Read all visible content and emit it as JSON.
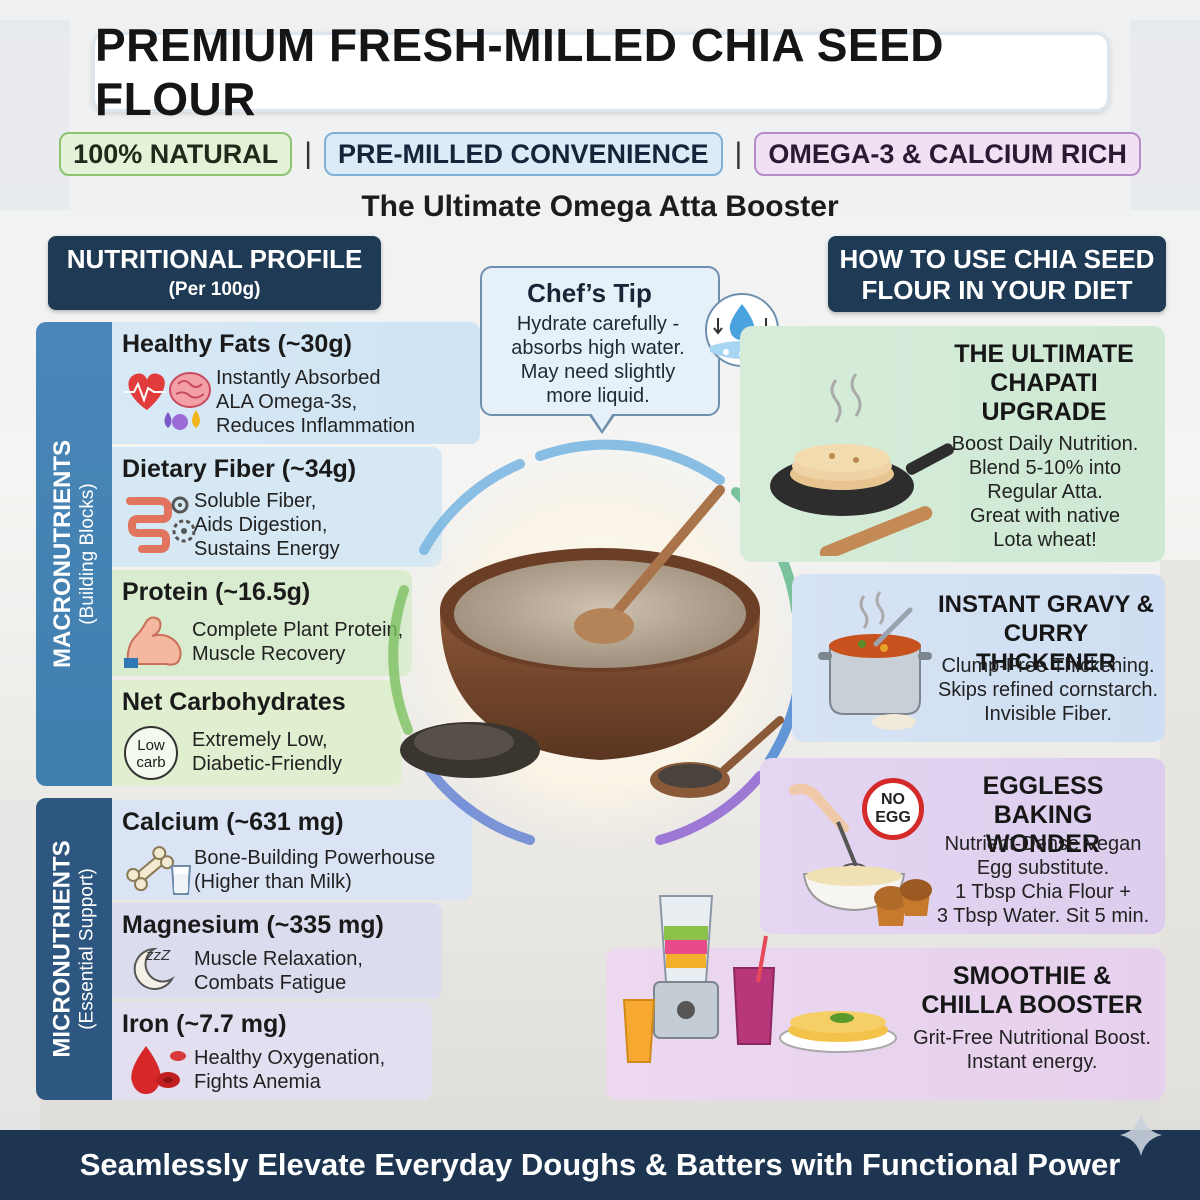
{
  "header": {
    "title": "PREMIUM FRESH-MILLED CHIA SEED FLOUR",
    "badges": [
      "100% NATURAL",
      "PRE-MILLED CONVENIENCE",
      "OMEGA-3 & CALCIUM RICH"
    ],
    "separator": "|",
    "subtitle": "The Ultimate Omega Atta Booster"
  },
  "nutrition": {
    "heading": "NUTRITIONAL PROFILE",
    "subheading": "(Per 100g)",
    "macro_label": "MACRONUTRIENTS",
    "macro_sub": "(Building Blocks)",
    "micro_label": "MICRONUTRIENTS",
    "micro_sub": "(Essential Support)",
    "macros": [
      {
        "title": "Healthy Fats (~30g)",
        "desc": [
          "Instantly Absorbed",
          "ALA Omega-3s,",
          "Reduces Inflammation"
        ],
        "icon": "heart-brain-drops-icon"
      },
      {
        "title": "Dietary Fiber (~34g)",
        "desc": [
          "Soluble Fiber,",
          "Aids Digestion,",
          "Sustains Energy"
        ],
        "icon": "intestine-gears-icon"
      },
      {
        "title": "Protein (~16.5g)",
        "desc": [
          "Complete Plant Protein,",
          "Muscle Recovery"
        ],
        "icon": "flexed-arm-icon"
      },
      {
        "title": "Net Carbohydrates",
        "desc": [
          "Extremely Low,",
          "Diabetic-Friendly"
        ],
        "icon": "low-carb-badge-icon",
        "badge": [
          "Low",
          "carb"
        ]
      }
    ],
    "micros": [
      {
        "title": "Calcium (~631 mg)",
        "desc": [
          "Bone-Building Powerhouse",
          "(Higher than Milk)"
        ],
        "icon": "bone-milk-icon"
      },
      {
        "title": "Magnesium (~335 mg)",
        "desc": [
          "Muscle Relaxation,",
          "Combats Fatigue"
        ],
        "icon": "moon-sleep-icon",
        "zzz": "zzZ"
      },
      {
        "title": "Iron (~7.7 mg)",
        "desc": [
          "Healthy Oxygenation,",
          "Fights Anemia"
        ],
        "icon": "blood-cells-icon"
      }
    ]
  },
  "chef_tip": {
    "title": "Chef’s Tip",
    "text": [
      "Hydrate carefully -",
      "absorbs high water.",
      "May need slightly",
      "more liquid."
    ],
    "icon": "water-drop-icon"
  },
  "usage": {
    "heading": [
      "HOW TO USE CHIA SEED",
      "FLOUR IN YOUR DIET"
    ],
    "cards": [
      {
        "title": [
          "THE ULTIMATE",
          "CHAPATI",
          "UPGRADE"
        ],
        "desc": [
          "Boost Daily Nutrition.",
          "Blend 5-10% into",
          "Regular Atta.",
          "Great with native",
          "Lota wheat!"
        ],
        "icon": "chapati-pan-icon"
      },
      {
        "title": [
          "INSTANT GRAVY &",
          "CURRY THICKENER"
        ],
        "desc": [
          "Clump-Free Thickening.",
          "Skips refined cornstarch.",
          "Invisible Fiber."
        ],
        "icon": "curry-pot-icon"
      },
      {
        "title": [
          "EGGLESS BAKING",
          "WONDER"
        ],
        "desc": [
          "Nutrient-Dense Vegan",
          "Egg substitute.",
          "1 Tbsp Chia Flour +",
          "3 Tbsp Water. Sit 5 min."
        ],
        "icon": "whisk-bowl-muffin-icon",
        "badge": [
          "NO",
          "EGG"
        ]
      },
      {
        "title": [
          "SMOOTHIE &",
          "CHILLA BOOSTER"
        ],
        "desc": [
          "Grit-Free Nutritional Boost.",
          "Instant energy."
        ],
        "icon": "blender-smoothie-icon"
      }
    ]
  },
  "footer": {
    "tagline": "Seamlessly Elevate Everyday Doughs & Batters with Functional Power"
  }
}
